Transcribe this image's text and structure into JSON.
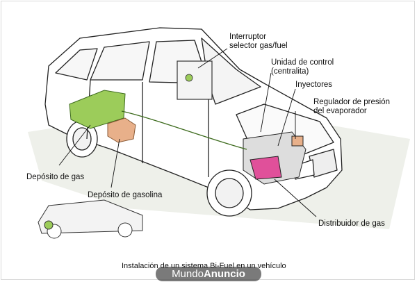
{
  "labels": {
    "interruptor": "Interruptor\nselector gas/fuel",
    "unidad_control": "Unidad de control\n(centralita)",
    "inyectores": "Inyectores",
    "regulador": "Regulador de presión\ndel evaporador",
    "deposito_gas": "Depósito de gas",
    "deposito_gasolina": "Depósito de gasolina",
    "distribuidor": "Distribuidor de gas"
  },
  "caption": "Instalación de un sistema Bi-Fuel en un vehículo",
  "watermark": {
    "part1": "Mundo",
    "part2": "Anuncio"
  },
  "colors": {
    "gas_tank": "#9ccc5a",
    "petrol_tank": "#e8b08a",
    "distributor": "#e0509a",
    "ground": "#eef0ea"
  }
}
